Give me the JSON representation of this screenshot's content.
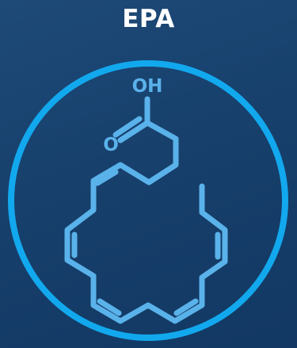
{
  "title": "EPA",
  "molecule": {
    "hydroxyl_label": "OH",
    "carbonyl_label": "O"
  },
  "colors": {
    "background": "#17406c",
    "ring": "#12a8ee",
    "bonds": "#5ab2ea",
    "title": "#ffffff"
  }
}
